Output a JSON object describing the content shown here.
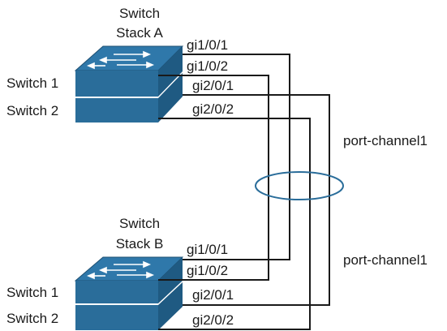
{
  "diagram": {
    "stack_a": {
      "title_line1": "Switch",
      "title_line2": "Stack A",
      "switch1_label": "Switch 1",
      "switch2_label": "Switch 2",
      "ports": [
        "gi1/0/1",
        "gi1/0/2",
        "gi2/0/1",
        "gi2/0/2"
      ]
    },
    "stack_b": {
      "title_line1": "Switch",
      "title_line2": "Stack B",
      "switch1_label": "Switch 1",
      "switch2_label": "Switch 2",
      "ports": [
        "gi1/0/1",
        "gi1/0/2",
        "gi2/0/1",
        "gi2/0/2"
      ]
    },
    "bundle_label_a": "port-channel1",
    "bundle_label_b": "port-channel1",
    "colors": {
      "switch_face": "#2a6d9a",
      "switch_top": "#2f78aa",
      "switch_edge": "#1d4f72",
      "ellipse": "#2a6d9a",
      "wire": "#1a1a1a"
    }
  }
}
